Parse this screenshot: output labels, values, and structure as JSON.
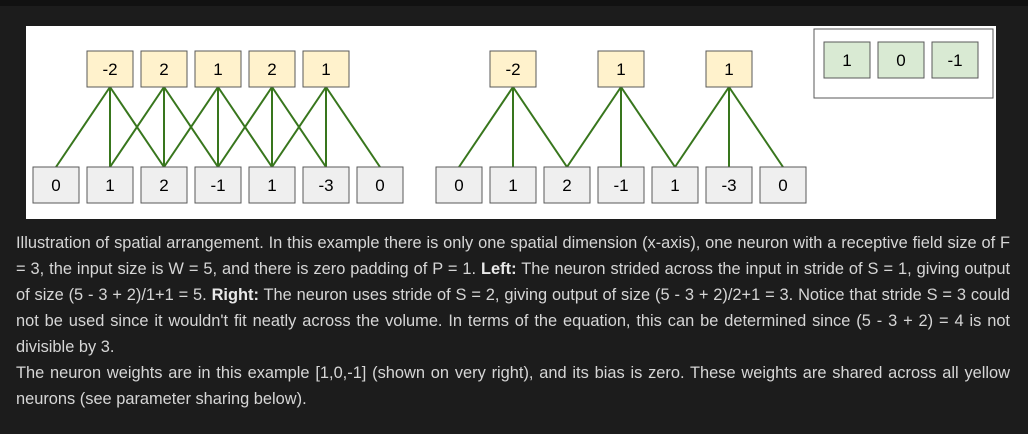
{
  "colors": {
    "page_bg": "#1c1c1c",
    "figure_bg": "#ffffff",
    "neuron_fill": "#fff2cc",
    "input_fill": "#efefef",
    "weight_fill": "#d9ead3",
    "box_stroke": "#595959",
    "connection": "#38761d",
    "caption_text": "#d6d6d6"
  },
  "figure": {
    "left": {
      "outputs": [
        "-2",
        "2",
        "1",
        "2",
        "1"
      ],
      "inputs": [
        "0",
        "1",
        "2",
        "-1",
        "1",
        "-3",
        "0"
      ]
    },
    "right": {
      "outputs": [
        "-2",
        "1",
        "1"
      ],
      "inputs": [
        "0",
        "1",
        "2",
        "-1",
        "1",
        "-3",
        "0"
      ]
    },
    "weights": [
      "1",
      "0",
      "-1"
    ]
  },
  "caption": {
    "p1_part1": "Illustration of spatial arrangement. In this example there is only one spatial dimension (x-axis), one neuron with a receptive field size of F = 3, the input size is W = 5, and there is zero padding of P = 1. ",
    "left_label": "Left:",
    "p1_part2": " The neuron strided across the input in stride of S = 1, giving output of size (5 - 3 + 2)/1+1 = 5. ",
    "right_label": "Right:",
    "p1_part3": " The neuron uses stride of S = 2, giving output of size (5 - 3 + 2)/2+1 = 3. Notice that stride S = 3 could not be used since it wouldn't fit neatly across the volume. In terms of the equation, this can be determined since (5 - 3 + 2) = 4 is not divisible by 3.",
    "p2": "The neuron weights are in this example [1,0,-1] (shown on very right), and its bias is zero. These weights are shared across all yellow neurons (see parameter sharing below)."
  }
}
